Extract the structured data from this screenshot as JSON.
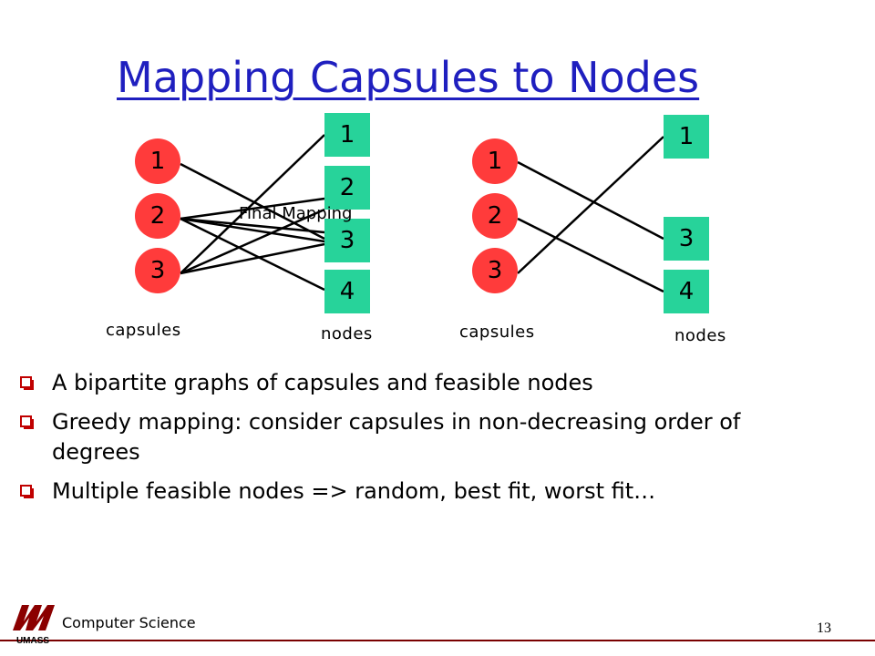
{
  "slide": {
    "title": "Mapping Capsules to Nodes",
    "graph_left": {
      "capsules": [
        "1",
        "2",
        "3"
      ],
      "nodes": [
        "1",
        "2",
        "3",
        "4"
      ],
      "capsules_label": "capsules",
      "nodes_label": "nodes",
      "overlay_label": "Final Mapping"
    },
    "graph_right": {
      "capsules": [
        "1",
        "2",
        "3"
      ],
      "nodes": [
        "1",
        "3",
        "4"
      ],
      "capsules_label": "capsules",
      "nodes_label": "nodes"
    },
    "bullets": [
      "A bipartite graphs of capsules and feasible nodes",
      "Greedy mapping: consider capsules in non-decreasing order of degrees",
      "Multiple feasible nodes => random, best fit, worst fit…"
    ],
    "footer": {
      "department": "Computer Science",
      "page_number": "13",
      "logo_text": "UMASS"
    }
  },
  "colors": {
    "title": "#1f1fbf",
    "capsule_fill": "#ff3b3b",
    "node_fill": "#27d39a",
    "bullet": "#c00000",
    "footer_rule": "#7a0000"
  }
}
